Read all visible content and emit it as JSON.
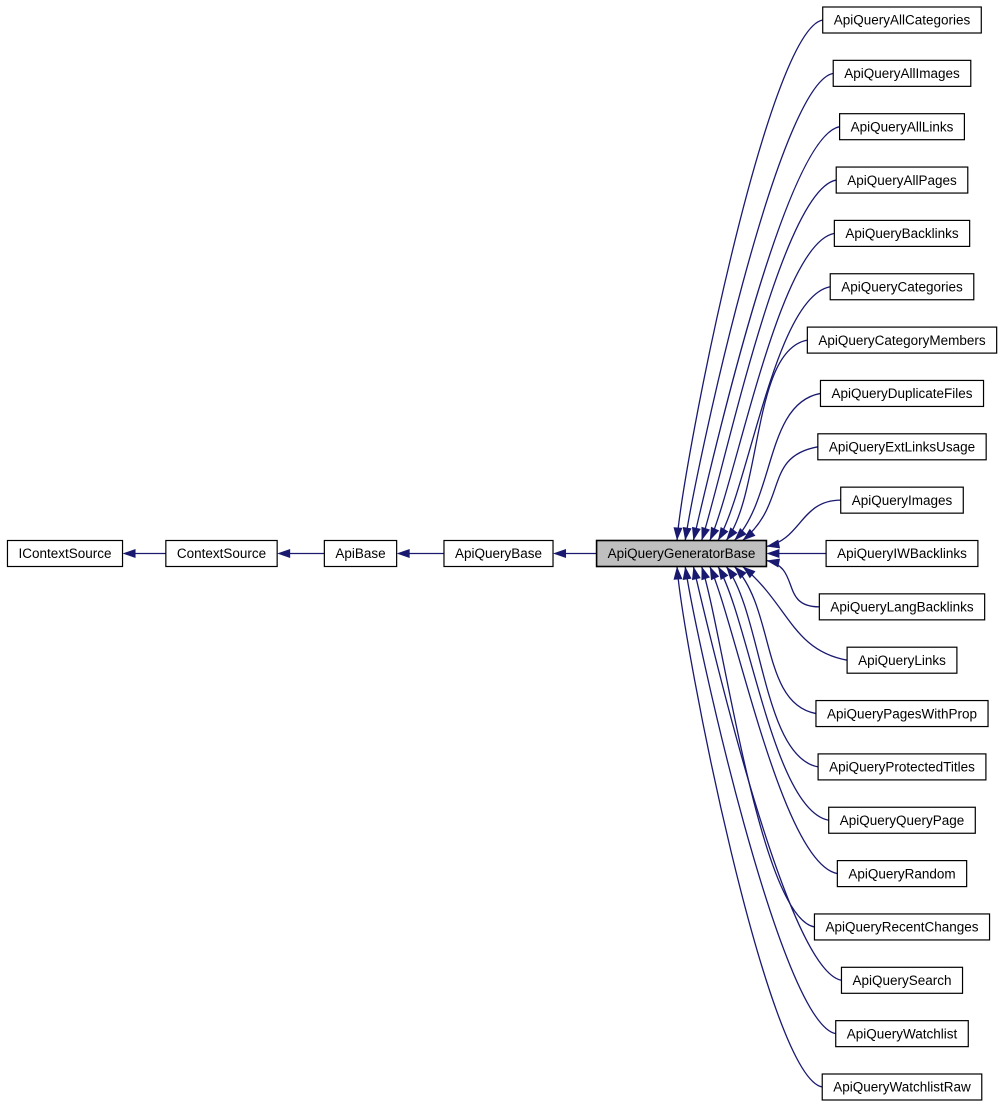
{
  "diagram": {
    "type": "class-inheritance-graph",
    "center_node": "ApiQueryGeneratorBase",
    "ancestors": [
      "IContextSource",
      "ContextSource",
      "ApiBase",
      "ApiQueryBase"
    ],
    "children": [
      "ApiQueryAllCategories",
      "ApiQueryAllImages",
      "ApiQueryAllLinks",
      "ApiQueryAllPages",
      "ApiQueryBacklinks",
      "ApiQueryCategories",
      "ApiQueryCategoryMembers",
      "ApiQueryDuplicateFiles",
      "ApiQueryExtLinksUsage",
      "ApiQueryImages",
      "ApiQueryIWBacklinks",
      "ApiQueryLangBacklinks",
      "ApiQueryLinks",
      "ApiQueryPagesWithProp",
      "ApiQueryProtectedTitles",
      "ApiQueryQueryPage",
      "ApiQueryRandom",
      "ApiQueryRecentChanges",
      "ApiQuerySearch",
      "ApiQueryWatchlist",
      "ApiQueryWatchlistRaw"
    ],
    "colors": {
      "edge": "#191970",
      "node_border": "#000000",
      "node_fill": "#ffffff",
      "center_node_fill": "#bfbfbf",
      "background": "#ffffff",
      "text": "#000000"
    }
  }
}
